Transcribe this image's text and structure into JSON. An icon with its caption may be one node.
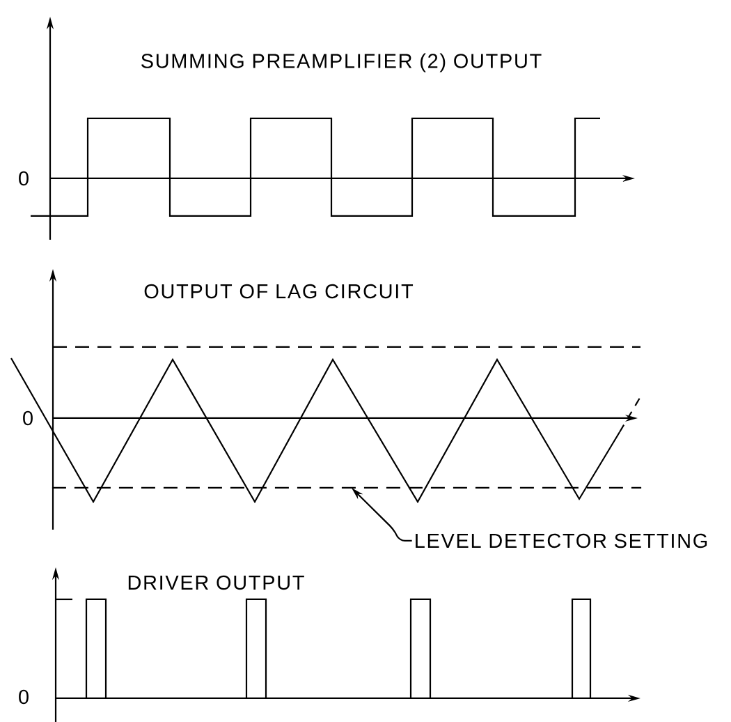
{
  "diagram": {
    "nodes": [
      {
        "text": [
          "LEVEL DETECTOR SETTING"
        ]
      },
      {
        "text": [],
        "shape": "line"
      }
    ],
    "edges": [
      {
        "from": 0,
        "to": 1,
        "arrow": "to"
      }
    ],
    "labels": [
      "SUMMING PREAMPLIFIER (2) OUTPUT",
      "0",
      "OUTPUT OF LAG CIRCUIT",
      "0",
      "DRIVER OUTPUT",
      "0"
    ]
  }
}
